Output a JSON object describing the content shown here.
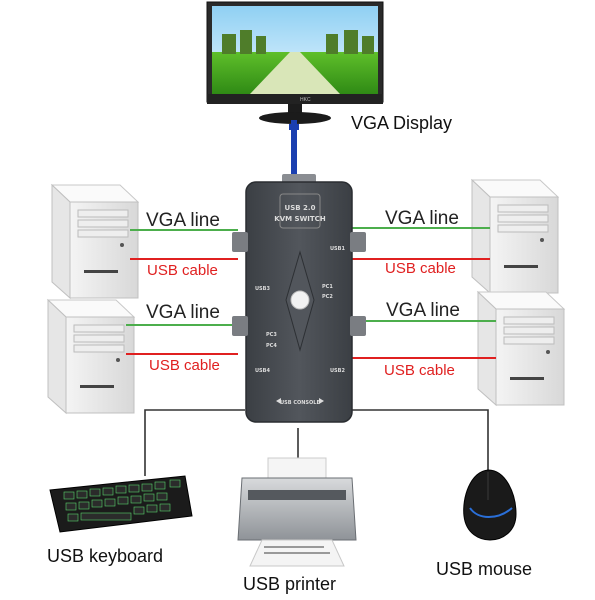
{
  "labels": {
    "display": "VGA Display",
    "vga_line": "VGA line",
    "usb_cable": "USB cable",
    "keyboard": "USB keyboard",
    "printer": "USB printer",
    "mouse": "USB mouse"
  },
  "switch": {
    "model": "USB 2.0",
    "name": "KVM SWITCH",
    "console": "USB CONSOLE",
    "pc1": "PC1",
    "pc2": "PC2",
    "pc3": "PC3",
    "pc4": "PC4",
    "usb1": "USB1",
    "usb2": "USB2",
    "usb3": "USB3",
    "usb4": "USB4"
  },
  "monitor": {
    "brand": "HKC"
  },
  "colors": {
    "vga_line": "#4cae4c",
    "usb_cable": "#e02020",
    "video_cable": "#1a3fb0",
    "switch_body": "#43474c"
  }
}
